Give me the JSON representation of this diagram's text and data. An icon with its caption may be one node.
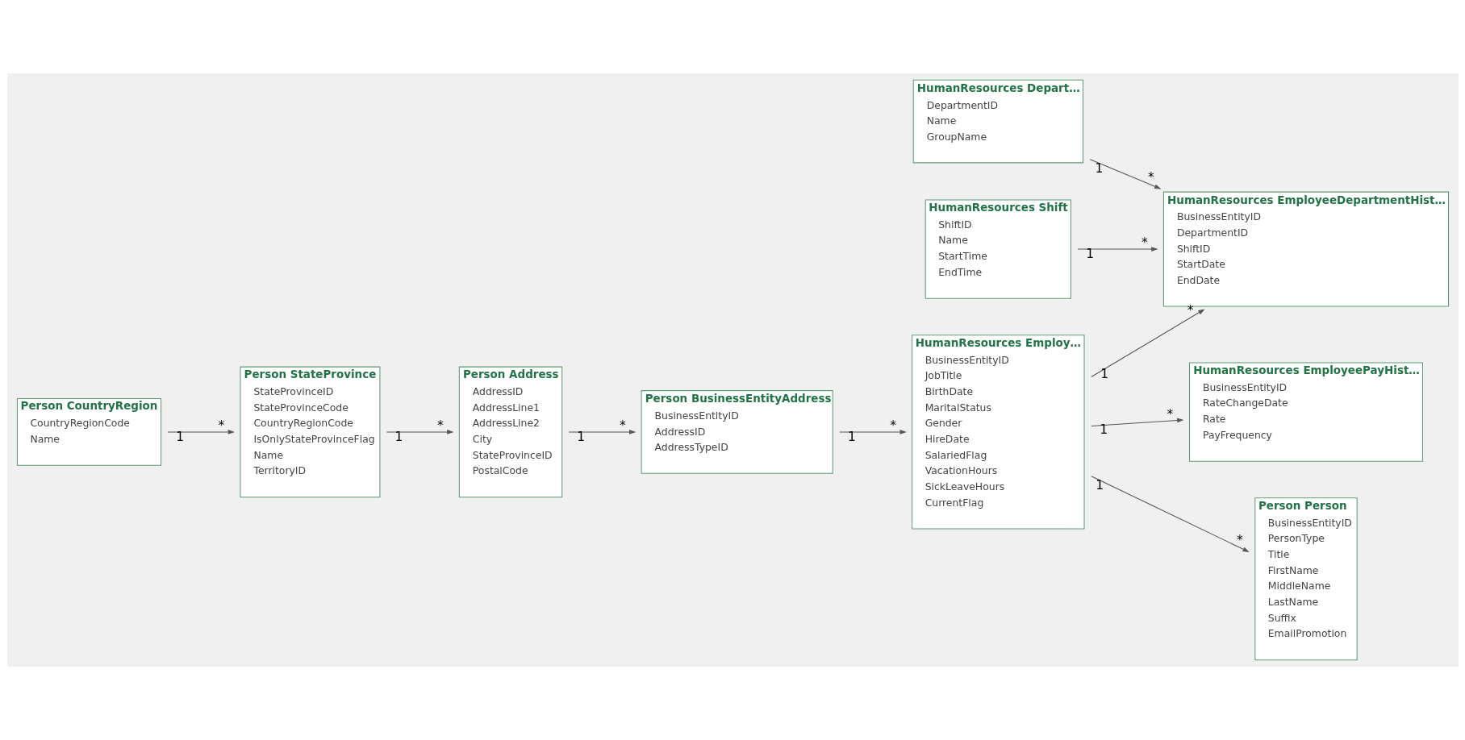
{
  "diagram": {
    "nodes": [
      {
        "text": [
          "HumanResources Depart…",
          "DepartmentID",
          "Name",
          "GroupName"
        ]
      },
      {
        "text": [
          "HumanResources EmployeeDepartmentHist…",
          "BusinessEntityID",
          "DepartmentID",
          "ShiftID",
          "StartDate",
          "EndDate"
        ]
      },
      {
        "text": [
          "HumanResources Employ…",
          "BusinessEntityID",
          "JobTitle",
          "BirthDate",
          "MaritalStatus",
          "Gender",
          "HireDate",
          "SalariedFlag",
          "VacationHours",
          "SickLeaveHours",
          "CurrentFlag"
        ]
      },
      {
        "text": [
          "HumanResources EmployeePayHist…",
          "BusinessEntityID",
          "RateChangeDate",
          "Rate",
          "PayFrequency"
        ]
      },
      {
        "text": [
          "HumanResources Shift",
          "ShiftID",
          "Name",
          "StartTime",
          "EndTime"
        ]
      },
      {
        "text": [
          "Person BusinessEntityAddress",
          "BusinessEntityID",
          "AddressID",
          "AddressTypeID"
        ]
      },
      {
        "text": [
          "Person CountryRegion",
          "CountryRegionCode",
          "Name"
        ]
      },
      {
        "text": [
          "Person Person",
          "BusinessEntityID",
          "PersonType",
          "Title",
          "FirstName",
          "MiddleName",
          "LastName",
          "Suffix",
          "EmailPromotion"
        ]
      },
      {
        "text": [
          "Person Address",
          "AddressID",
          "AddressLine1",
          "AddressLine2",
          "City",
          "StateProvinceID",
          "PostalCode"
        ]
      },
      {
        "text": [
          "Person StateProvince",
          "StateProvinceID",
          "StateProvinceCode",
          "CountryRegionCode",
          "IsOnlyStateProvinceFlag",
          "Name",
          "TerritoryID"
        ]
      }
    ],
    "edges": [
      {
        "from": 0,
        "to": 1,
        "arrow": "to"
      },
      {
        "from": 4,
        "to": 1,
        "arrow": "to"
      },
      {
        "from": 2,
        "to": 1,
        "arrow": "to"
      },
      {
        "from": 2,
        "to": 3,
        "arrow": "to"
      },
      {
        "from": 5,
        "to": 2,
        "arrow": "to"
      },
      {
        "from": 2,
        "to": 7,
        "arrow": "to"
      },
      {
        "from": 8,
        "to": 5,
        "arrow": "to"
      },
      {
        "from": 9,
        "to": 8,
        "arrow": "to"
      },
      {
        "from": 6,
        "to": 9,
        "arrow": "to"
      }
    ],
    "labels": [
      "1",
      "*",
      "1",
      "*",
      "1",
      "*",
      "1",
      "*",
      "1",
      "*",
      "1",
      "*",
      "1",
      "*",
      "1",
      "*",
      "1",
      "*"
    ]
  }
}
